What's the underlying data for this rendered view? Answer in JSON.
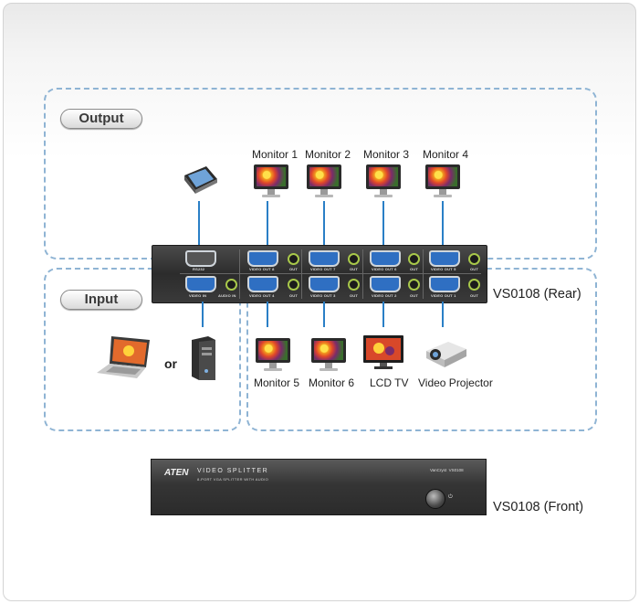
{
  "sections": {
    "output_label": "Output",
    "input_label": "Input"
  },
  "output_monitors": [
    "Monitor 1",
    "Monitor 2",
    "Monitor 3",
    "Monitor 4"
  ],
  "output_devices": [
    "Monitor 5",
    "Monitor 6",
    "LCD TV",
    "Video Projector"
  ],
  "input": {
    "or_label": "or"
  },
  "rear_panel": {
    "caption": "VS0108 (Rear)",
    "port_labels": {
      "rs232": "RS232",
      "video_in": "VIDEO IN",
      "audio_in": "AUDIO IN",
      "out": "OUT",
      "video_outs": [
        "VIDEO OUT 8",
        "VIDEO OUT 7",
        "VIDEO OUT 6",
        "VIDEO OUT 5",
        "VIDEO OUT 4",
        "VIDEO OUT 3",
        "VIDEO OUT 2",
        "VIDEO OUT 1"
      ]
    }
  },
  "front_panel": {
    "caption": "VS0108 (Front)",
    "brand": "ATEN",
    "product_line": "VIDEO SPLITTER",
    "subtitle": "8-PORT VGA SPLITTER WITH AUDIO",
    "model_tag": "VanCryst  VS0108"
  },
  "colors": {
    "wire": "#2a7fc6",
    "dashed_border": "#8fb4d4",
    "port_blue": "#2f6fc2",
    "jack_ring": "#a8c84a"
  }
}
